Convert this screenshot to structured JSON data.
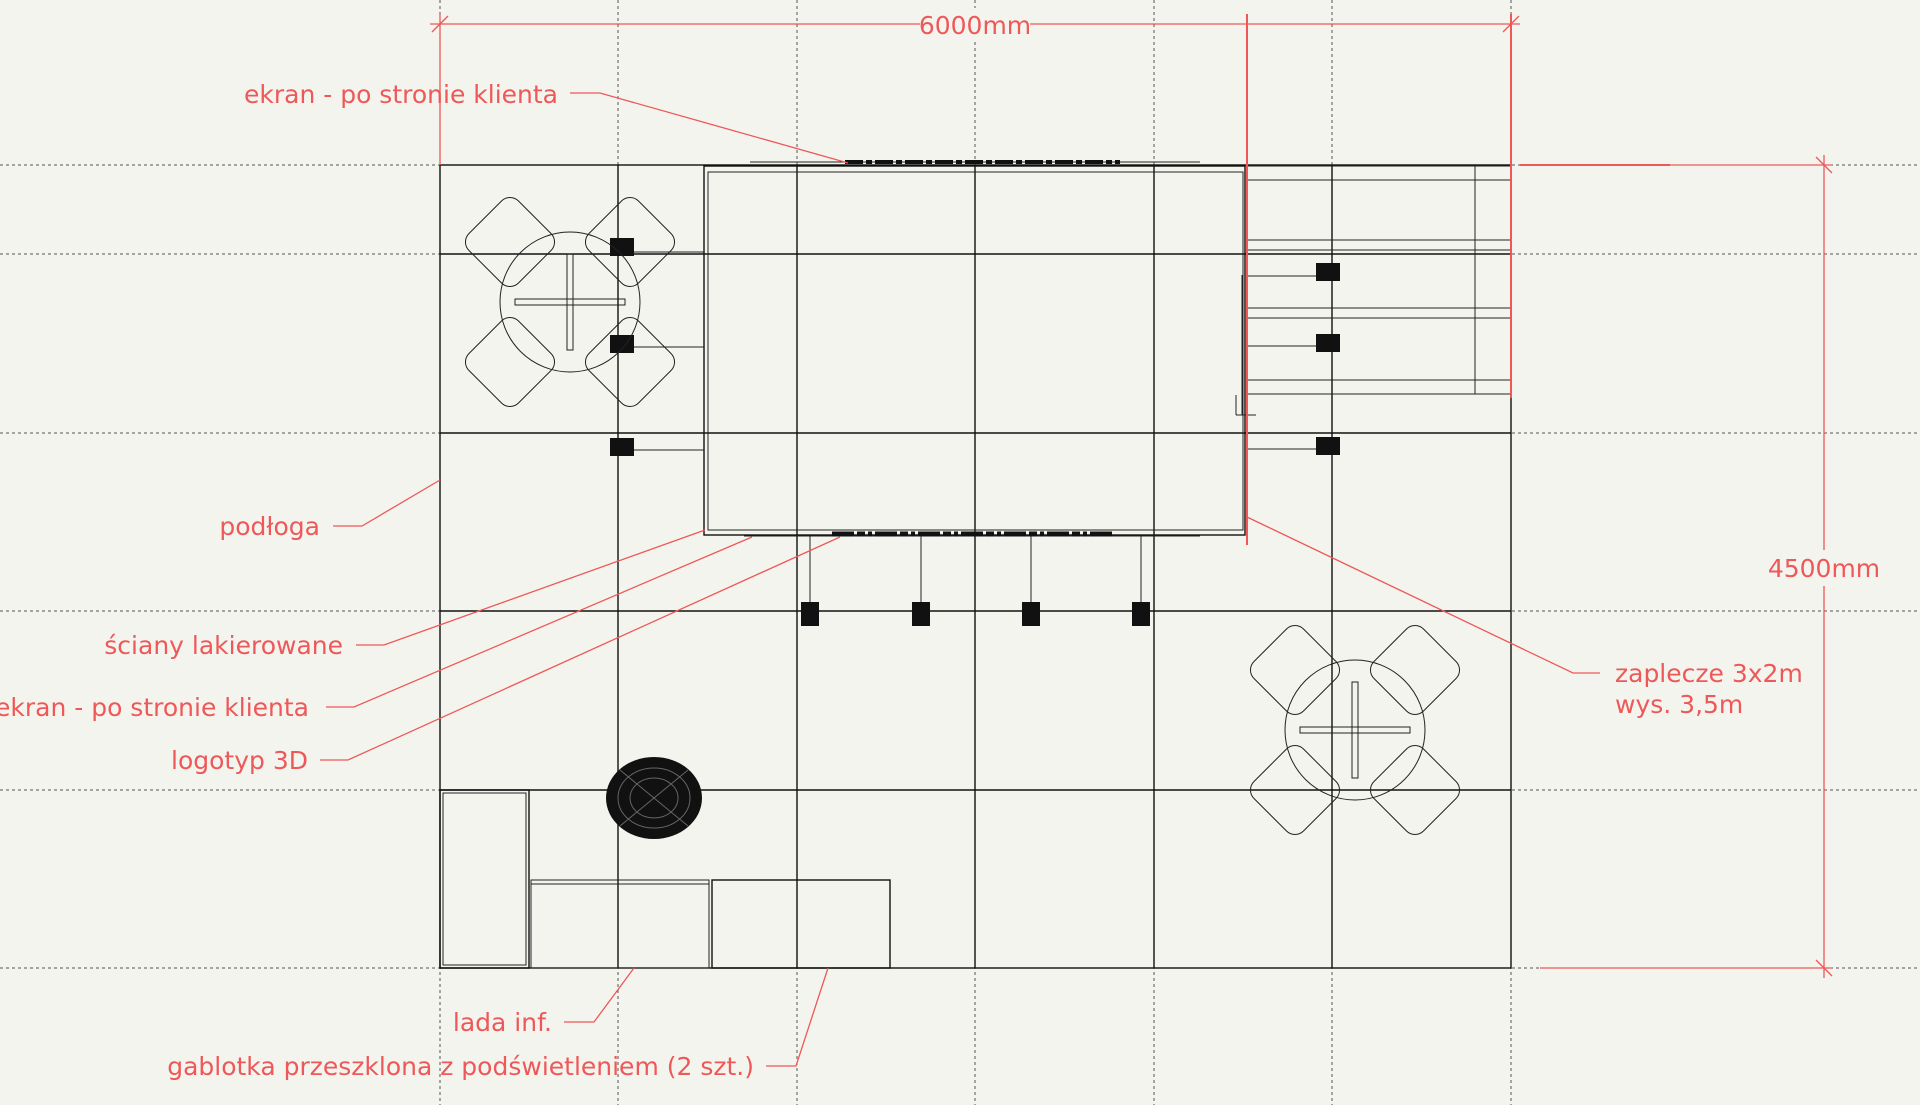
{
  "dimensions": {
    "width_label": "6000mm",
    "depth_label": "4500mm"
  },
  "labels": {
    "screen_top": "ekran - po stronie klienta",
    "floor": "podłoga",
    "walls": "ściany lakierowane",
    "screen_front": "ekran - po stronie klienta",
    "logo": "logotyp 3D",
    "backroom_line1": "zaplecze 3x2m",
    "backroom_line2": "wys. 3,5m",
    "info_desk": "lada inf.",
    "showcase": "gablotka przeszklona z podświetleniem (2 szt.)"
  },
  "colors": {
    "annotation": "#ee5858",
    "linework": "#111111",
    "background": "#f4f4ef"
  }
}
